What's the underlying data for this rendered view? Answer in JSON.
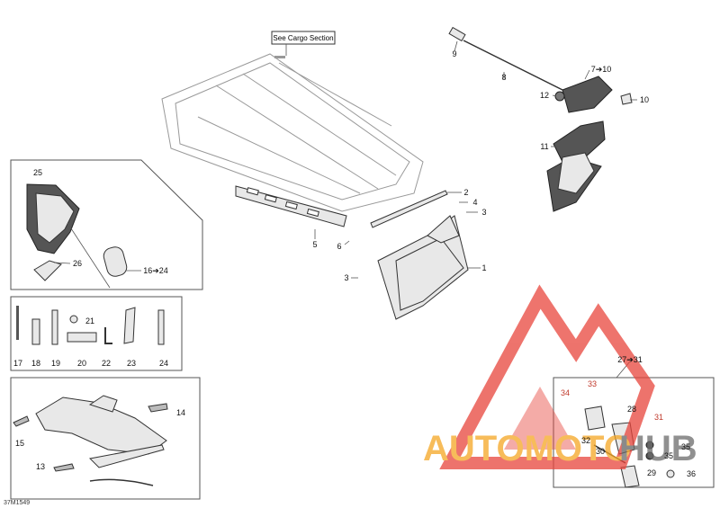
{
  "see_cargo_label": "See Cargo Section",
  "diagram_id": "37M1549",
  "callouts": [
    {
      "id": "c9",
      "text": "9"
    },
    {
      "id": "c8",
      "text": "8"
    },
    {
      "id": "c7to10",
      "text": "7➔10"
    },
    {
      "id": "c12",
      "text": "12"
    },
    {
      "id": "c10",
      "text": "10"
    },
    {
      "id": "c11",
      "text": "11"
    },
    {
      "id": "c2",
      "text": "2"
    },
    {
      "id": "c4",
      "text": "4"
    },
    {
      "id": "c3a",
      "text": "3"
    },
    {
      "id": "c5",
      "text": "5"
    },
    {
      "id": "c6",
      "text": "6"
    },
    {
      "id": "c1",
      "text": "1"
    },
    {
      "id": "c3b",
      "text": "3"
    },
    {
      "id": "c25",
      "text": "25"
    },
    {
      "id": "c26",
      "text": "26"
    },
    {
      "id": "c16to24",
      "text": "16➔24"
    },
    {
      "id": "c21",
      "text": "21"
    },
    {
      "id": "c17",
      "text": "17"
    },
    {
      "id": "c18",
      "text": "18"
    },
    {
      "id": "c19",
      "text": "19"
    },
    {
      "id": "c20",
      "text": "20"
    },
    {
      "id": "c22",
      "text": "22"
    },
    {
      "id": "c23",
      "text": "23"
    },
    {
      "id": "c24",
      "text": "24"
    },
    {
      "id": "c14",
      "text": "14"
    },
    {
      "id": "c15",
      "text": "15"
    },
    {
      "id": "c13",
      "text": "13"
    },
    {
      "id": "c27to31",
      "text": "27➔31"
    },
    {
      "id": "c34",
      "text": "34"
    },
    {
      "id": "c33",
      "text": "33"
    },
    {
      "id": "c28",
      "text": "28"
    },
    {
      "id": "c31",
      "text": "31"
    },
    {
      "id": "c32",
      "text": "32"
    },
    {
      "id": "c30",
      "text": "30"
    },
    {
      "id": "c35a",
      "text": "35"
    },
    {
      "id": "c35b",
      "text": "35"
    },
    {
      "id": "c29",
      "text": "29"
    },
    {
      "id": "c36",
      "text": "36"
    }
  ],
  "watermark": {
    "text_part1": "AUTOMOTO",
    "text_part2": "HUB",
    "color_red": "#e8453c",
    "color_orange": "#f5a623",
    "color_gray": "#6b6b6b"
  }
}
